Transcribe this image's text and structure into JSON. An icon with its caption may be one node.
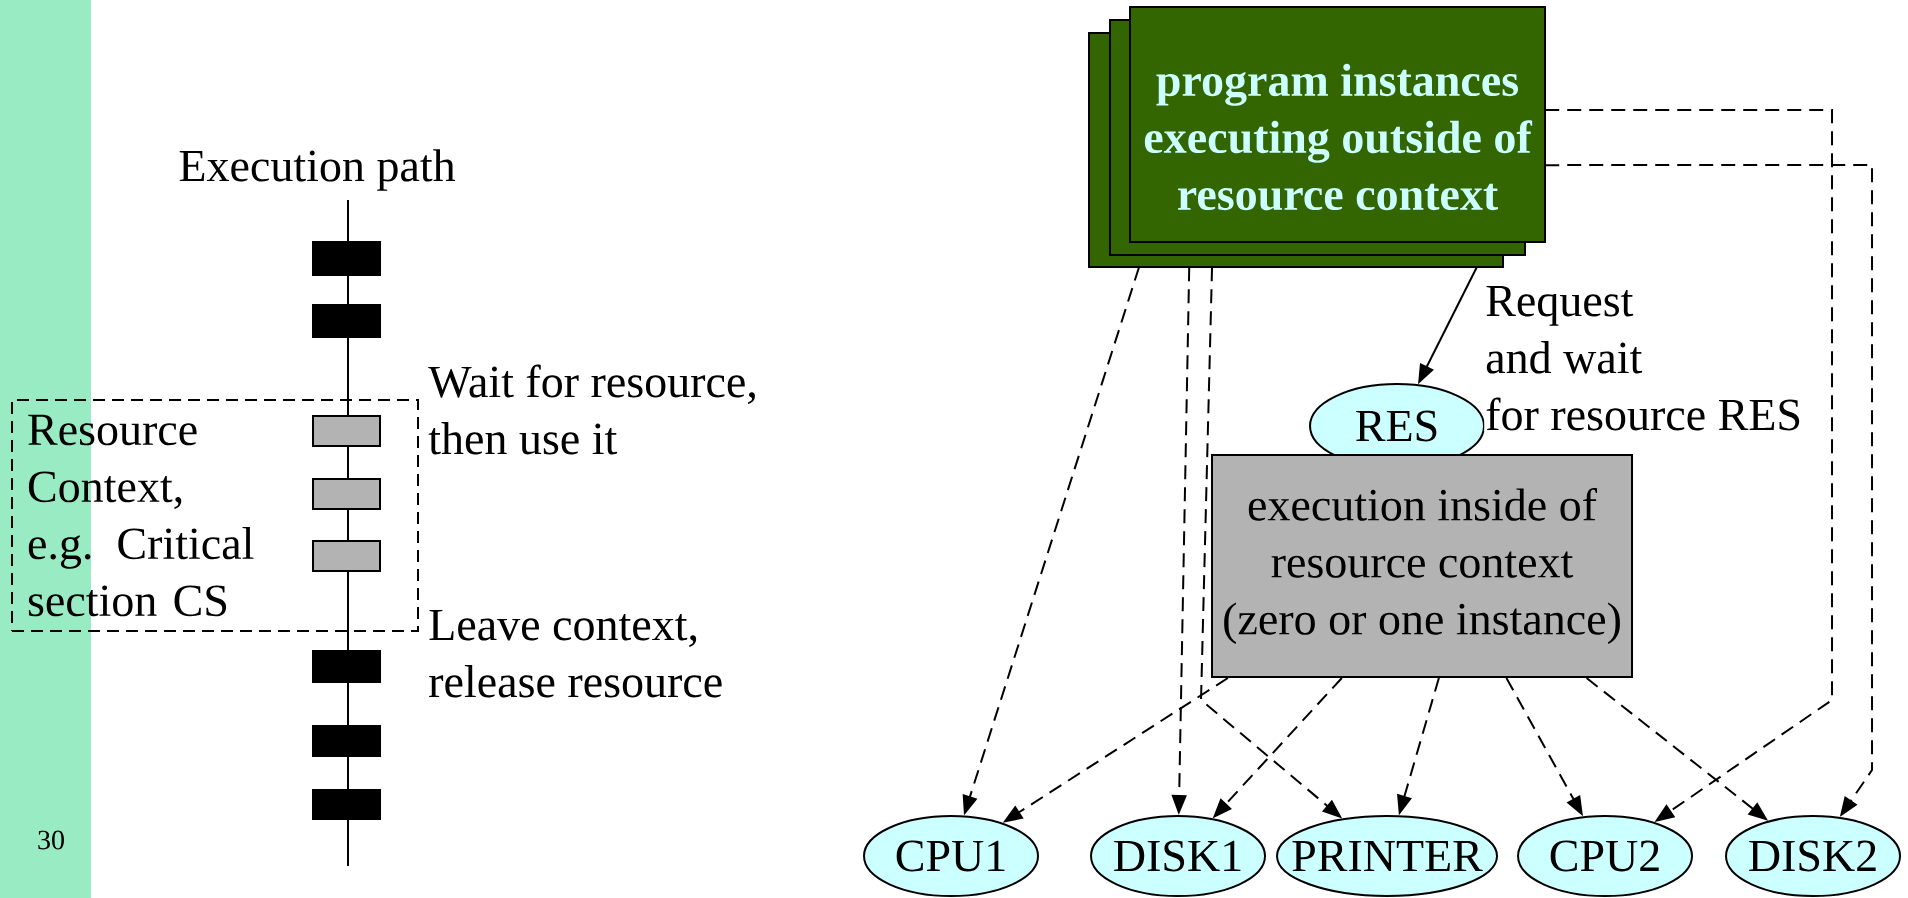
{
  "diagram": {
    "nodes": [
      {
        "text": [
          "Resource Context, e.g. Critical section CS"
        ]
      },
      {
        "text": [
          "program instances executing outside of resource context"
        ]
      },
      {
        "text": [
          "RES"
        ]
      },
      {
        "text": [
          "execution inside of resource context (zero or one instance)"
        ]
      },
      {
        "text": [
          "CPU1"
        ]
      },
      {
        "text": [
          "DISK1"
        ]
      },
      {
        "text": [
          "PRINTER"
        ]
      },
      {
        "text": [
          "CPU2"
        ]
      },
      {
        "text": [
          "DISK2"
        ]
      }
    ],
    "edges": [
      {
        "from": 1,
        "to": 2,
        "arrow": "to",
        "label": "Request and wait for resource RES"
      },
      {
        "from": 1,
        "to": 4,
        "arrow": "to",
        "style": "dashed"
      },
      {
        "from": 1,
        "to": 5,
        "arrow": "to",
        "style": "dashed"
      },
      {
        "from": 1,
        "to": 6,
        "arrow": "to",
        "style": "dashed"
      },
      {
        "from": 1,
        "to": 7,
        "arrow": "to",
        "style": "dashed"
      },
      {
        "from": 1,
        "to": 8,
        "arrow": "to",
        "style": "dashed"
      },
      {
        "from": 3,
        "to": 4,
        "arrow": "to",
        "style": "dashed"
      },
      {
        "from": 3,
        "to": 5,
        "arrow": "to",
        "style": "dashed"
      },
      {
        "from": 3,
        "to": 6,
        "arrow": "to",
        "style": "dashed"
      },
      {
        "from": 3,
        "to": 7,
        "arrow": "to",
        "style": "dashed"
      },
      {
        "from": 3,
        "to": 8,
        "arrow": "to",
        "style": "dashed"
      }
    ],
    "labels": [
      "Execution path",
      "Wait for resource, then use it",
      "Leave context, release resource",
      "30"
    ]
  }
}
